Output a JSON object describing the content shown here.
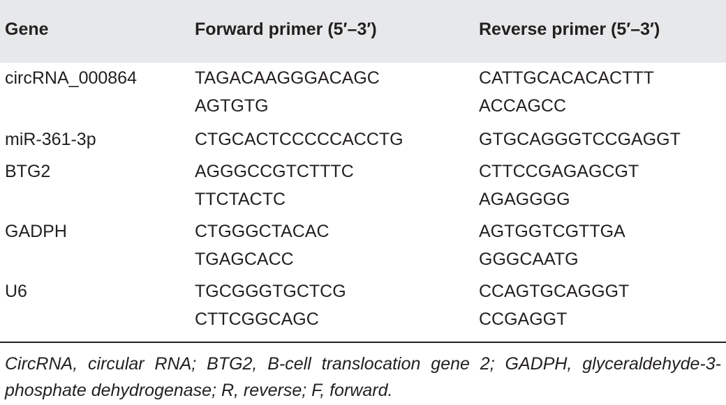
{
  "table": {
    "headers": [
      "Gene",
      "Forward primer (5′–3′)",
      "Reverse primer (5′–3′)"
    ],
    "rows": [
      {
        "gene": "circRNA_000864",
        "forward": [
          "TAGACAAGGGACAGC",
          "AGTGTG"
        ],
        "reverse": [
          "CATTGCACACACTTT",
          "ACCAGCC"
        ]
      },
      {
        "gene": "miR-361-3p",
        "forward": [
          "CTGCACTCCCCCACCTG"
        ],
        "reverse": [
          "GTGCAGGGTCCGAGGT"
        ]
      },
      {
        "gene": "BTG2",
        "forward": [
          "AGGGCCGTCTTTC",
          "TTCTACTC"
        ],
        "reverse": [
          "CTTCCGAGAGCGT",
          "AGAGGGG"
        ]
      },
      {
        "gene": "GADPH",
        "forward": [
          "CTGGGCTACAC",
          "TGAGCACC"
        ],
        "reverse": [
          "AGTGGTCGTTGA",
          "GGGCAATG"
        ]
      },
      {
        "gene": "U6",
        "forward": [
          "TGCGGGTGCTCG",
          "CTTCGGCAGC"
        ],
        "reverse": [
          "CCAGTGCAGGGT",
          "CCGAGGT"
        ]
      }
    ]
  },
  "footnote": "CircRNA, circular RNA; BTG2, B-cell translocation gene 2; GADPH, glyceraldehyde-3-phosphate dehydrogenase; R, reverse; F, forward.",
  "colors": {
    "header_bg": "#e7e8e9",
    "text": "#231f20",
    "rule": "#231f20"
  }
}
